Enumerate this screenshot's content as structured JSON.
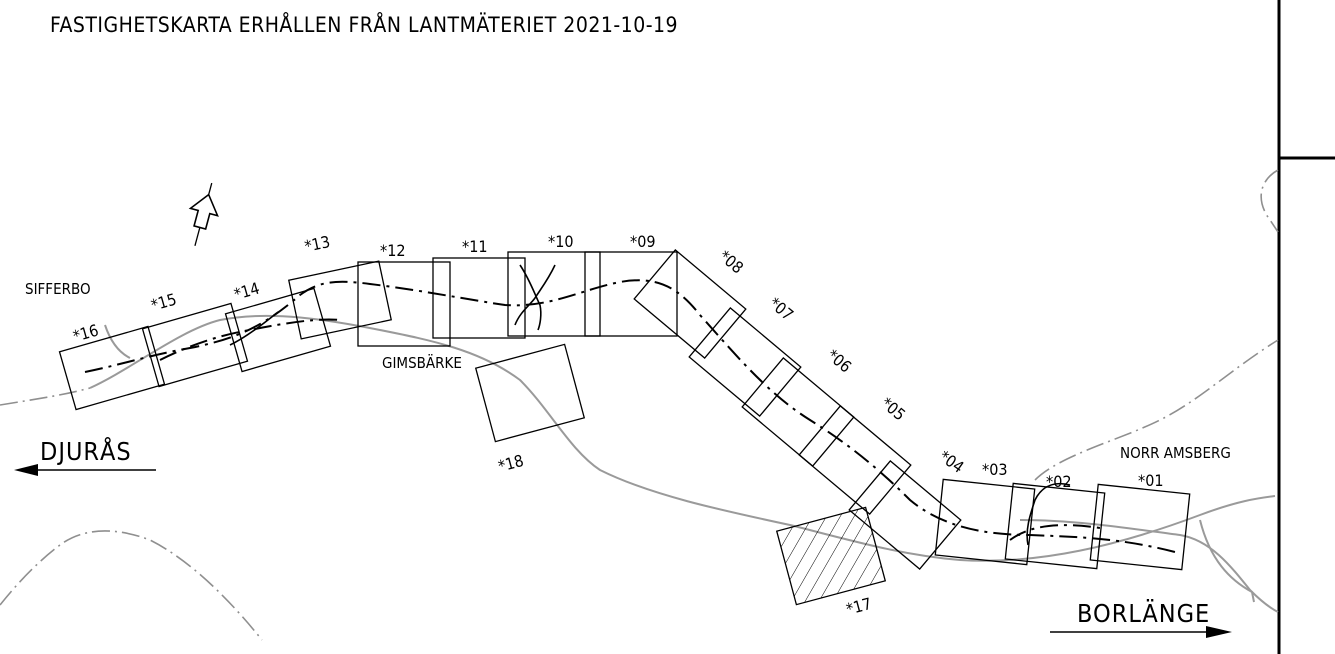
{
  "title": "FASTIGHETSKARTA ERHÅLLEN FRÅN LANTMÄTERIET 2021-10-19",
  "places": {
    "sifferbo": "SIFFERBO",
    "gimsbarke": "GIMSBÄRKE",
    "norr_amsberg": "NORR AMSBERG"
  },
  "directions": {
    "west": "DJURÅS",
    "east": "BORLÄNGE"
  },
  "sheets": [
    {
      "id": "01",
      "label": "*01"
    },
    {
      "id": "02",
      "label": "*02"
    },
    {
      "id": "03",
      "label": "*03"
    },
    {
      "id": "04",
      "label": "*04"
    },
    {
      "id": "05",
      "label": "*05"
    },
    {
      "id": "06",
      "label": "*06"
    },
    {
      "id": "07",
      "label": "*07"
    },
    {
      "id": "08",
      "label": "*08"
    },
    {
      "id": "09",
      "label": "*09"
    },
    {
      "id": "10",
      "label": "*10"
    },
    {
      "id": "11",
      "label": "*11"
    },
    {
      "id": "12",
      "label": "*12"
    },
    {
      "id": "13",
      "label": "*13"
    },
    {
      "id": "14",
      "label": "*14"
    },
    {
      "id": "15",
      "label": "*15"
    },
    {
      "id": "16",
      "label": "*16"
    },
    {
      "id": "17",
      "label": "*17"
    },
    {
      "id": "18",
      "label": "*18"
    }
  ],
  "icons": {
    "north_arrow": "north-arrow-icon",
    "direction_arrow": "arrow-icon"
  }
}
